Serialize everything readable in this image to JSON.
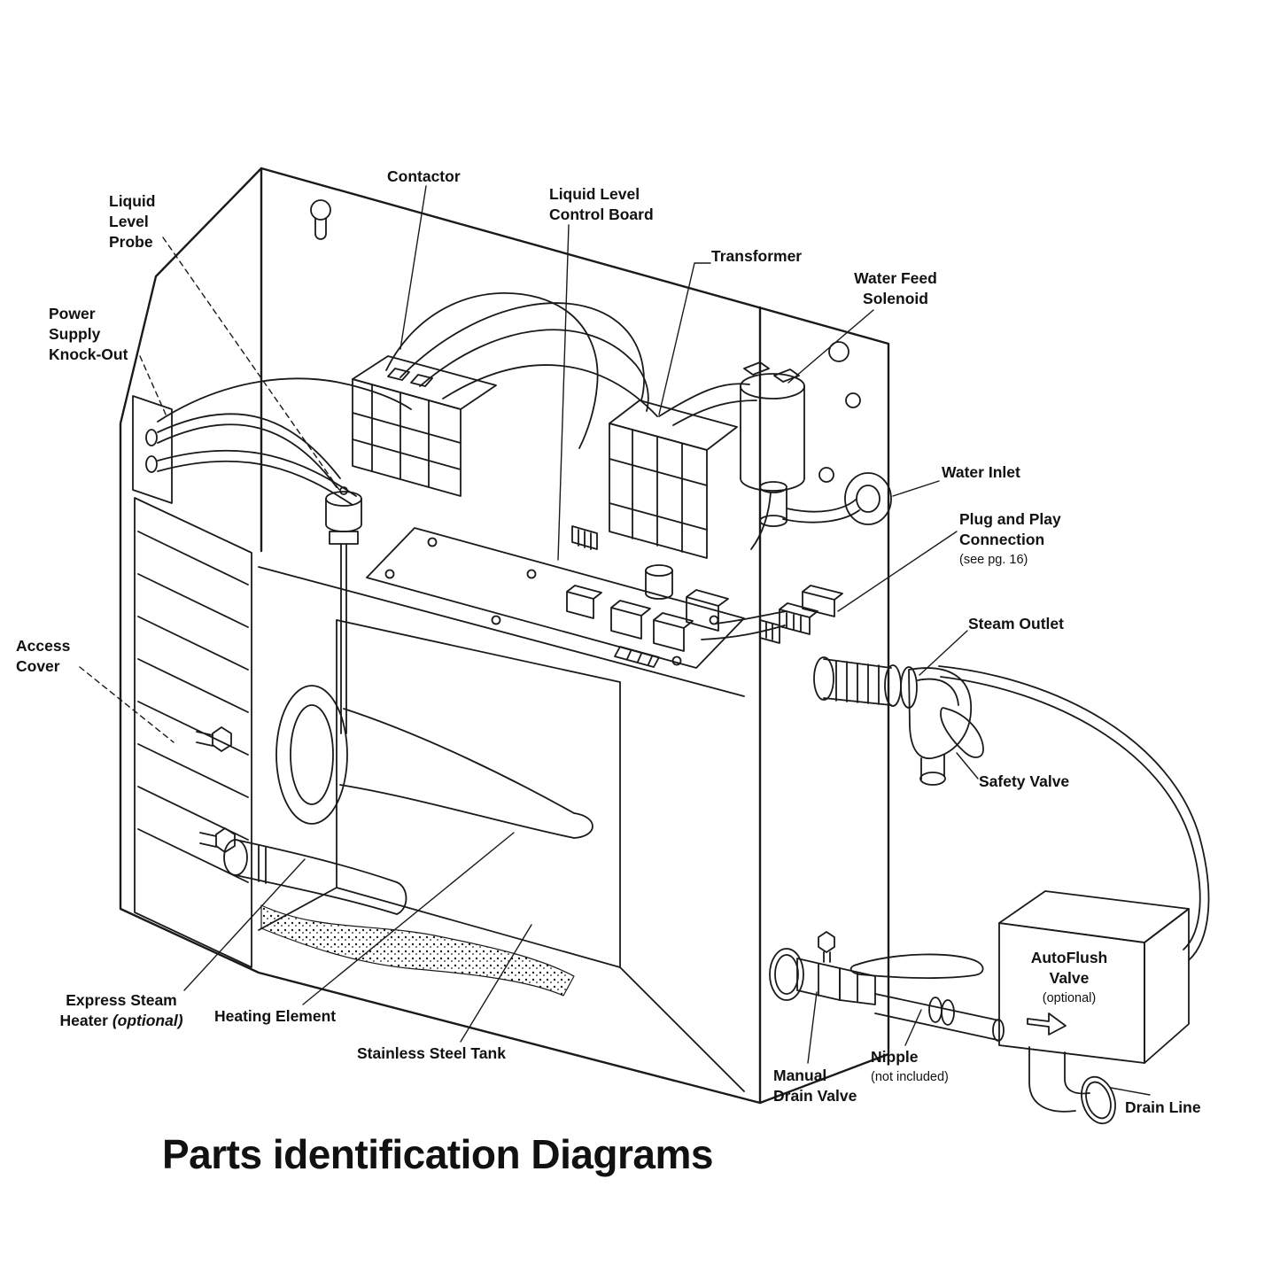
{
  "colors": {
    "line": "#1a1a1a",
    "background": "#ffffff",
    "text": "#111111"
  },
  "title": "Parts identification Diagrams",
  "labels": {
    "contactor": "Contactor",
    "liquid_level_probe": [
      "Liquid",
      "Level",
      "Probe"
    ],
    "liquid_level_control_board": [
      "Liquid Level",
      "Control Board"
    ],
    "transformer": "Transformer",
    "water_feed_solenoid": [
      "Water Feed",
      "Solenoid"
    ],
    "power_supply_knock_out": [
      "Power",
      "Supply",
      "Knock-Out"
    ],
    "water_inlet": "Water Inlet",
    "plug_and_play": {
      "line1": "Plug and Play",
      "line2": "Connection",
      "note": "(see pg. 16)"
    },
    "steam_outlet": "Steam Outlet",
    "access_cover": [
      "Access",
      "Cover"
    ],
    "safety_valve": "Safety Valve",
    "express_steam_heater": {
      "line1": "Express Steam",
      "line2": "Heater",
      "note": "(optional)"
    },
    "heating_element": "Heating Element",
    "stainless_steel_tank": "Stainless Steel Tank",
    "autoflush_valve": {
      "line1": "AutoFlush",
      "line2": "Valve",
      "note": "(optional)"
    },
    "manual_drain_valve": [
      "Manual",
      "Drain Valve"
    ],
    "nipple": {
      "name": "Nipple",
      "note": "(not included)"
    },
    "drain_line": "Drain Line"
  }
}
